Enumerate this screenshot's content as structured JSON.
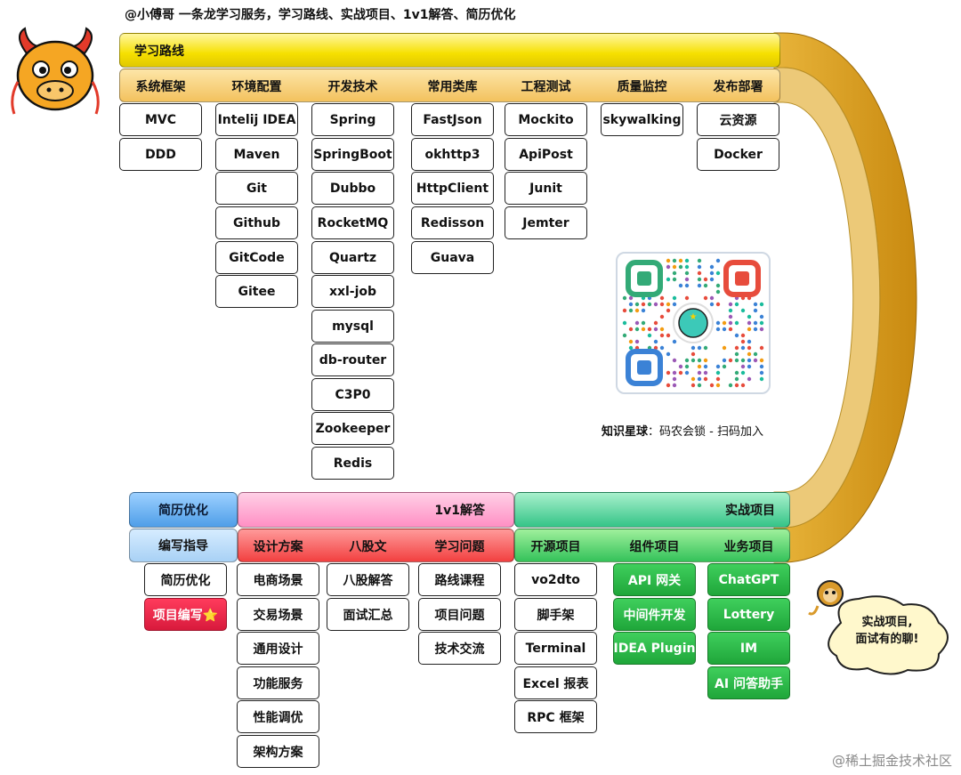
{
  "header": {
    "text": "@小傅哥 一条龙学习服务，学习路线、实战项目、1v1解答、简历优化"
  },
  "learning_path": {
    "title": "学习路线",
    "columns": [
      {
        "label": "系统框架",
        "items": [
          "MVC",
          "DDD"
        ]
      },
      {
        "label": "环境配置",
        "items": [
          "Intelij IDEA",
          "Maven",
          "Git",
          "Github",
          "GitCode",
          "Gitee"
        ]
      },
      {
        "label": "开发技术",
        "items": [
          "Spring",
          "SpringBoot",
          "Dubbo",
          "RocketMQ",
          "Quartz",
          "xxl-job",
          "mysql",
          "db-router",
          "C3P0",
          "Zookeeper",
          "Redis"
        ]
      },
      {
        "label": "常用类库",
        "items": [
          "FastJson",
          "okhttp3",
          "HttpClient",
          "Redisson",
          "Guava"
        ]
      },
      {
        "label": "工程测试",
        "items": [
          "Mockito",
          "ApiPost",
          "Junit",
          "Jemter"
        ]
      },
      {
        "label": "质量监控",
        "items": [
          "skywalking"
        ]
      },
      {
        "label": "发布部署",
        "items": [
          "云资源",
          "Docker"
        ]
      }
    ]
  },
  "qr": {
    "caption_bold": "知识星球",
    "caption_rest": "：码农会锁 - 扫码加入"
  },
  "resume": {
    "title": "简历优化",
    "subtitle": "编写指导",
    "items": [
      "简历优化",
      "项目编写⭐"
    ]
  },
  "qa": {
    "title": "1v1解答",
    "columns": [
      {
        "label": "设计方案",
        "items": [
          "电商场景",
          "交易场景",
          "通用设计",
          "功能服务",
          "性能调优",
          "架构方案"
        ]
      },
      {
        "label": "八股文",
        "items": [
          "八股解答",
          "面试汇总"
        ]
      },
      {
        "label": "学习问题",
        "items": [
          "路线课程",
          "项目问题",
          "技术交流"
        ]
      }
    ]
  },
  "projects": {
    "title": "实战项目",
    "columns": [
      {
        "label": "开源项目",
        "items": [
          "vo2dto",
          "脚手架",
          "Terminal",
          "Excel 报表",
          "RPC 框架"
        ]
      },
      {
        "label": "组件项目",
        "items": [
          "API 网关",
          "中间件开发",
          "IDEA Plugin"
        ]
      },
      {
        "label": "业务项目",
        "items": [
          "ChatGPT",
          "Lottery",
          "IM",
          "AI 问答助手"
        ]
      }
    ]
  },
  "bubble": {
    "line1": "实战项目,",
    "line2": "面试有的聊!"
  },
  "watermark": "@稀土掘金技术社区",
  "colors": {
    "track_outer": "#d9a11a",
    "track_inner": "#e8c86a",
    "accent_yellow": "#f6e000",
    "accent_green": "#34c25a",
    "accent_pink": "#ff8fc4",
    "accent_blue": "#4f9ee8"
  }
}
